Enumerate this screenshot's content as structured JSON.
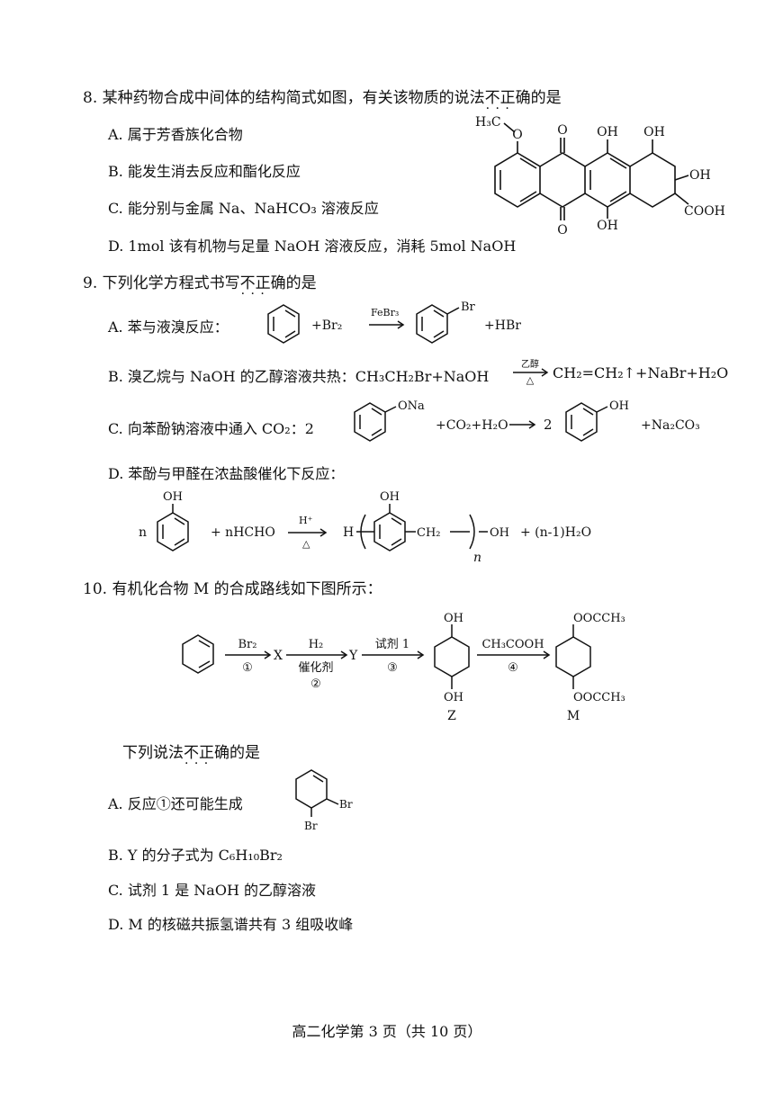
{
  "q8": {
    "stem_pre": "8. 某种药物合成中间体的结构简式如图，有关该物质的说法",
    "stem_emph": "不正确",
    "stem_post": "的是",
    "optA": "A. 属于芳香族化合物",
    "optB": "B. 能发生消去反应和酯化反应",
    "optC": "C. 能分别与金属 Na、NaHCO₃ 溶液反应",
    "optD": "D. 1mol 该有机物与足量 NaOH 溶液反应，消耗 5mol NaOH",
    "struct": {
      "h3c": "H₃C",
      "o1": "O",
      "o2": "O",
      "o3": "O",
      "oh1": "OH",
      "oh2": "OH",
      "oh3": "OH",
      "oh4": "OH",
      "cooh": "COOH"
    }
  },
  "q9": {
    "stem_pre": "9. 下列化学方程式书写",
    "stem_emph": "不正确",
    "stem_post": "的是",
    "optA_label": "A. 苯与液溴反应：",
    "optA_br2": "+Br₂",
    "optA_cat": "FeBr₃",
    "optA_br": "Br",
    "optA_hbr": "+HBr",
    "optB": "B. 溴乙烷与 NaOH 的乙醇溶液共热：CH₃CH₂Br+NaOH",
    "optB_cond_top": "乙醇",
    "optB_cond_bot": "△",
    "optB_prod": "CH₂=CH₂↑+NaBr+H₂O",
    "optC_label": "C. 向苯酚钠溶液中通入 CO₂：2",
    "optC_ona": "ONa",
    "optC_mid": "+CO₂+H₂O",
    "optC_two": "2",
    "optC_oh": "OH",
    "optC_end": "+Na₂CO₃",
    "optD_label": "D. 苯酚与甲醛在浓盐酸催化下反应：",
    "optD_n": "n",
    "optD_oh1": "OH",
    "optD_hcho": "+ nHCHO",
    "optD_cat_top": "H⁺",
    "optD_cat_bot": "△",
    "optD_h": "H",
    "optD_oh2": "OH",
    "optD_ch2": "CH₂",
    "optD_sub_n": "n",
    "optD_oh3": "OH",
    "optD_water": "+ (n-1)H₂O"
  },
  "q10": {
    "stem": "10.  有机化合物 M 的合成路线如下图所示：",
    "step1_top": "Br₂",
    "step1_bot": "①",
    "x": "X",
    "step2_top": "H₂",
    "step2_bot1": "催化剂",
    "step2_bot2": "②",
    "y": "Y",
    "step3_top": "试剂 1",
    "step3_bot": "③",
    "z_oh_top": "OH",
    "z_oh_bot": "OH",
    "z": "Z",
    "step4_top": "CH₃COOH",
    "step4_bot": "④",
    "m_top": "OOCCH₃",
    "m_bot": "OOCCH₃",
    "m": "M",
    "ask_pre": "下列说法",
    "ask_emph": "不正确",
    "ask_post": "的是",
    "optA": "A. 反应①还可能生成",
    "optA_br1": "Br",
    "optA_br2": "Br",
    "optB": "B. Y 的分子式为 C₆H₁₀Br₂",
    "optC": "C. 试剂 1 是 NaOH 的乙醇溶液",
    "optD": "D. M 的核磁共振氢谱共有 3 组吸收峰"
  },
  "footer": "高二化学第 3 页（共 10 页）"
}
